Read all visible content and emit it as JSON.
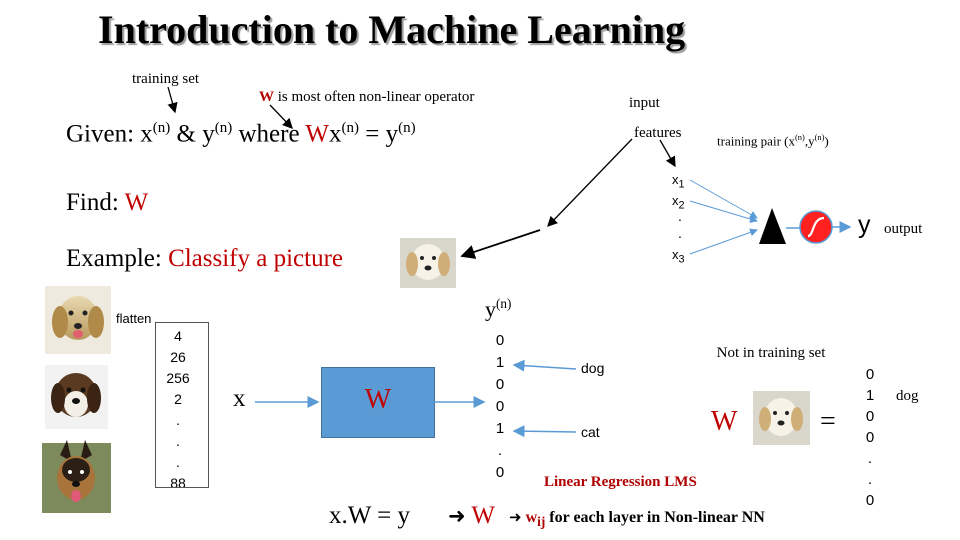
{
  "title": "Introduction to Machine Learning",
  "training_set_label": "training set",
  "w_note": {
    "w": "W",
    "rest": "is most often non-linear operator"
  },
  "input_label": "input",
  "features_label": "features",
  "training_pair": {
    "prefix": "training pair (x",
    "mid": ",y",
    "sup": "(n)",
    "suffix": ")"
  },
  "given": {
    "prefix": "Given: x",
    "sup": "(n)",
    "amp": " & y",
    "where": " where ",
    "w": "W",
    "x": "x",
    "eq": " = y"
  },
  "find": {
    "prefix": "Find: ",
    "w": "W"
  },
  "example": {
    "prefix": "Example: ",
    "task": "Classify a picture"
  },
  "inputs": {
    "x1": "x",
    "x1_sub": "1",
    "x2": "x",
    "x2_sub": "2",
    "dot1": ".",
    "dot2": ".",
    "x3": "x",
    "x3_sub": "3"
  },
  "output_symbol": "y",
  "output_label": "output",
  "yn_label": {
    "y": "y",
    "sup": "(n)"
  },
  "flatten_label": "flatten",
  "x_vector": [
    "4",
    "26",
    "256",
    "2",
    ".",
    ".",
    ".",
    "88"
  ],
  "x_label": "x",
  "w_box_label": "W",
  "y_vector": [
    "0",
    "1",
    "0",
    "0",
    "1",
    ".",
    "0"
  ],
  "dog_label": "dog",
  "cat_label": "cat",
  "not_in_training": "Not in training set",
  "w_apply": "W",
  "equals": "=",
  "result_vector": [
    "0",
    "1",
    "0",
    "0",
    ".",
    ".",
    "0"
  ],
  "result_label": "dog",
  "linear_regression": "Linear Regression LMS",
  "xw_eq": "x.W = y",
  "arrow_w": "W",
  "wij": {
    "w": "w",
    "sub": "ij",
    "rest": " for each layer in Non-linear NN"
  },
  "colors": {
    "accent_red": "#c00000",
    "box_blue": "#5b9bd5",
    "arrow_blue": "#5b9bd5",
    "node_red": "#ff2020"
  },
  "icons": [
    "dog-photo",
    "perceptron-triangle",
    "sigmoid-node",
    "arrow"
  ]
}
